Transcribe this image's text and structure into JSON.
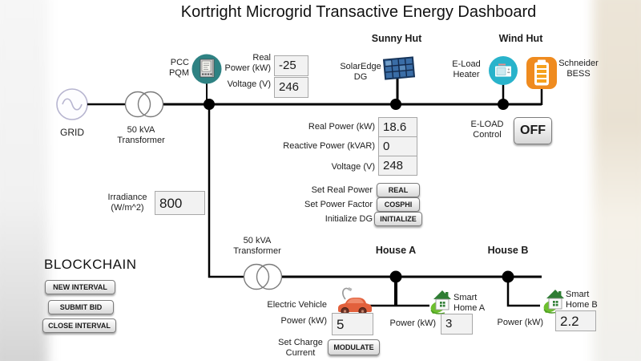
{
  "title": "Kortright Microgrid Transactive Energy Dashboard",
  "colors": {
    "pqm_teal": "#2e8283",
    "eload_cyan": "#29b3cb",
    "bess_orange": "#ef8b1f",
    "solar_blue": "#3a6da6",
    "ev_orange": "#e2603c",
    "home_green": "#4f9e28",
    "bus_line": "#000000"
  },
  "top": {
    "grid_label": "GRID",
    "transformer_label": "50 kVA\nTransformer",
    "pcc_label": "PCC\nPQM",
    "pcc_real_power_label": "Real\nPower (kW)",
    "pcc_real_power_value": "-25",
    "pcc_voltage_label": "Voltage (V)",
    "pcc_voltage_value": "246"
  },
  "sunny_hut": {
    "title": "Sunny Hut",
    "device_label": "SolarEdge\nDG",
    "real_power_label": "Real Power (kW)",
    "real_power_value": "18.6",
    "reactive_power_label": "Reactive Power (kVAR)",
    "reactive_power_value": "0",
    "voltage_label": "Voltage (V)",
    "voltage_value": "248",
    "controls": [
      {
        "label": "Set Real Power",
        "button": "REAL"
      },
      {
        "label": "Set Power Factor",
        "button": "COSPHI"
      },
      {
        "label": "Initialize DG",
        "button": "INITIALIZE"
      }
    ],
    "irradiance_label": "Irradiance\n(W/m^2)",
    "irradiance_value": "800"
  },
  "wind_hut": {
    "title": "Wind Hut",
    "eload_label": "E-Load\nHeater",
    "bess_label": "Schneider\nBESS",
    "eload_control_label": "E-LOAD\nControl",
    "eload_control_button": "OFF"
  },
  "blockchain": {
    "title": "BLOCKCHAIN",
    "buttons": [
      "NEW INTERVAL",
      "SUBMIT BID",
      "CLOSE INTERVAL"
    ]
  },
  "lower": {
    "transformer_label": "50 kVA\nTransformer",
    "house_a_title": "House A",
    "house_b_title": "House B",
    "ev_label": "Electric Vehicle",
    "ev_power_label": "Power (kW)",
    "ev_power_value": "5",
    "ev_charge_label": "Set Charge\nCurrent",
    "ev_charge_button": "MODULATE",
    "home_a_label": "Smart\nHome A",
    "home_a_power_label": "Power (kW)",
    "home_a_power_value": "3",
    "home_b_label": "Smart\nHome B",
    "home_b_power_label": "Power (kW)",
    "home_b_power_value": "2.2"
  }
}
